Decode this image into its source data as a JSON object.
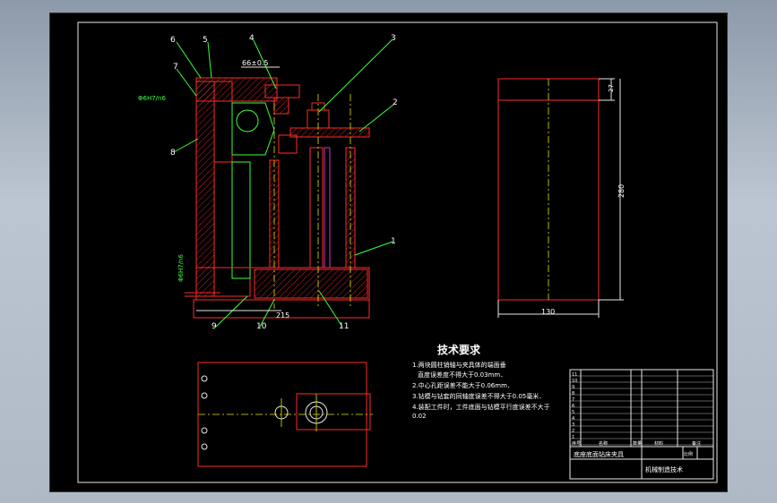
{
  "drawing": {
    "balloons": [
      "6",
      "5",
      "4",
      "3",
      "2",
      "7",
      "8",
      "1",
      "9",
      "10",
      "11"
    ],
    "dimensions": {
      "top_width": "66±0.5",
      "fit_left": "Φ6H7/n6",
      "fit_bottom": "Φ6H7/n6",
      "base_width": "215",
      "side_height_small": "27",
      "side_height": "280",
      "side_width": "130"
    },
    "tech_title": "技术要求",
    "tech_lines": [
      "1.两块圆柱销轴与夹具体的端面垂",
      "直度误差度不得大于0.03mm．",
      "2.中心孔距误差不能大于0.06mm．",
      "3.钻模与钻套的同轴度误差不得大于0.05毫米．",
      "4.装配工件时，工件底面与钻模平行度误差不大于",
      "0.02"
    ],
    "title_block": {
      "drawing_name": "底座底面钻床夹具",
      "company": "机械制造技术",
      "row_numbers": [
        "11",
        "10",
        "9",
        "8",
        "7",
        "6",
        "5",
        "4",
        "3",
        "2",
        "1"
      ],
      "header": [
        "序号",
        "名称",
        "数量",
        "材料",
        "备注"
      ],
      "scale_label": "比例"
    }
  }
}
